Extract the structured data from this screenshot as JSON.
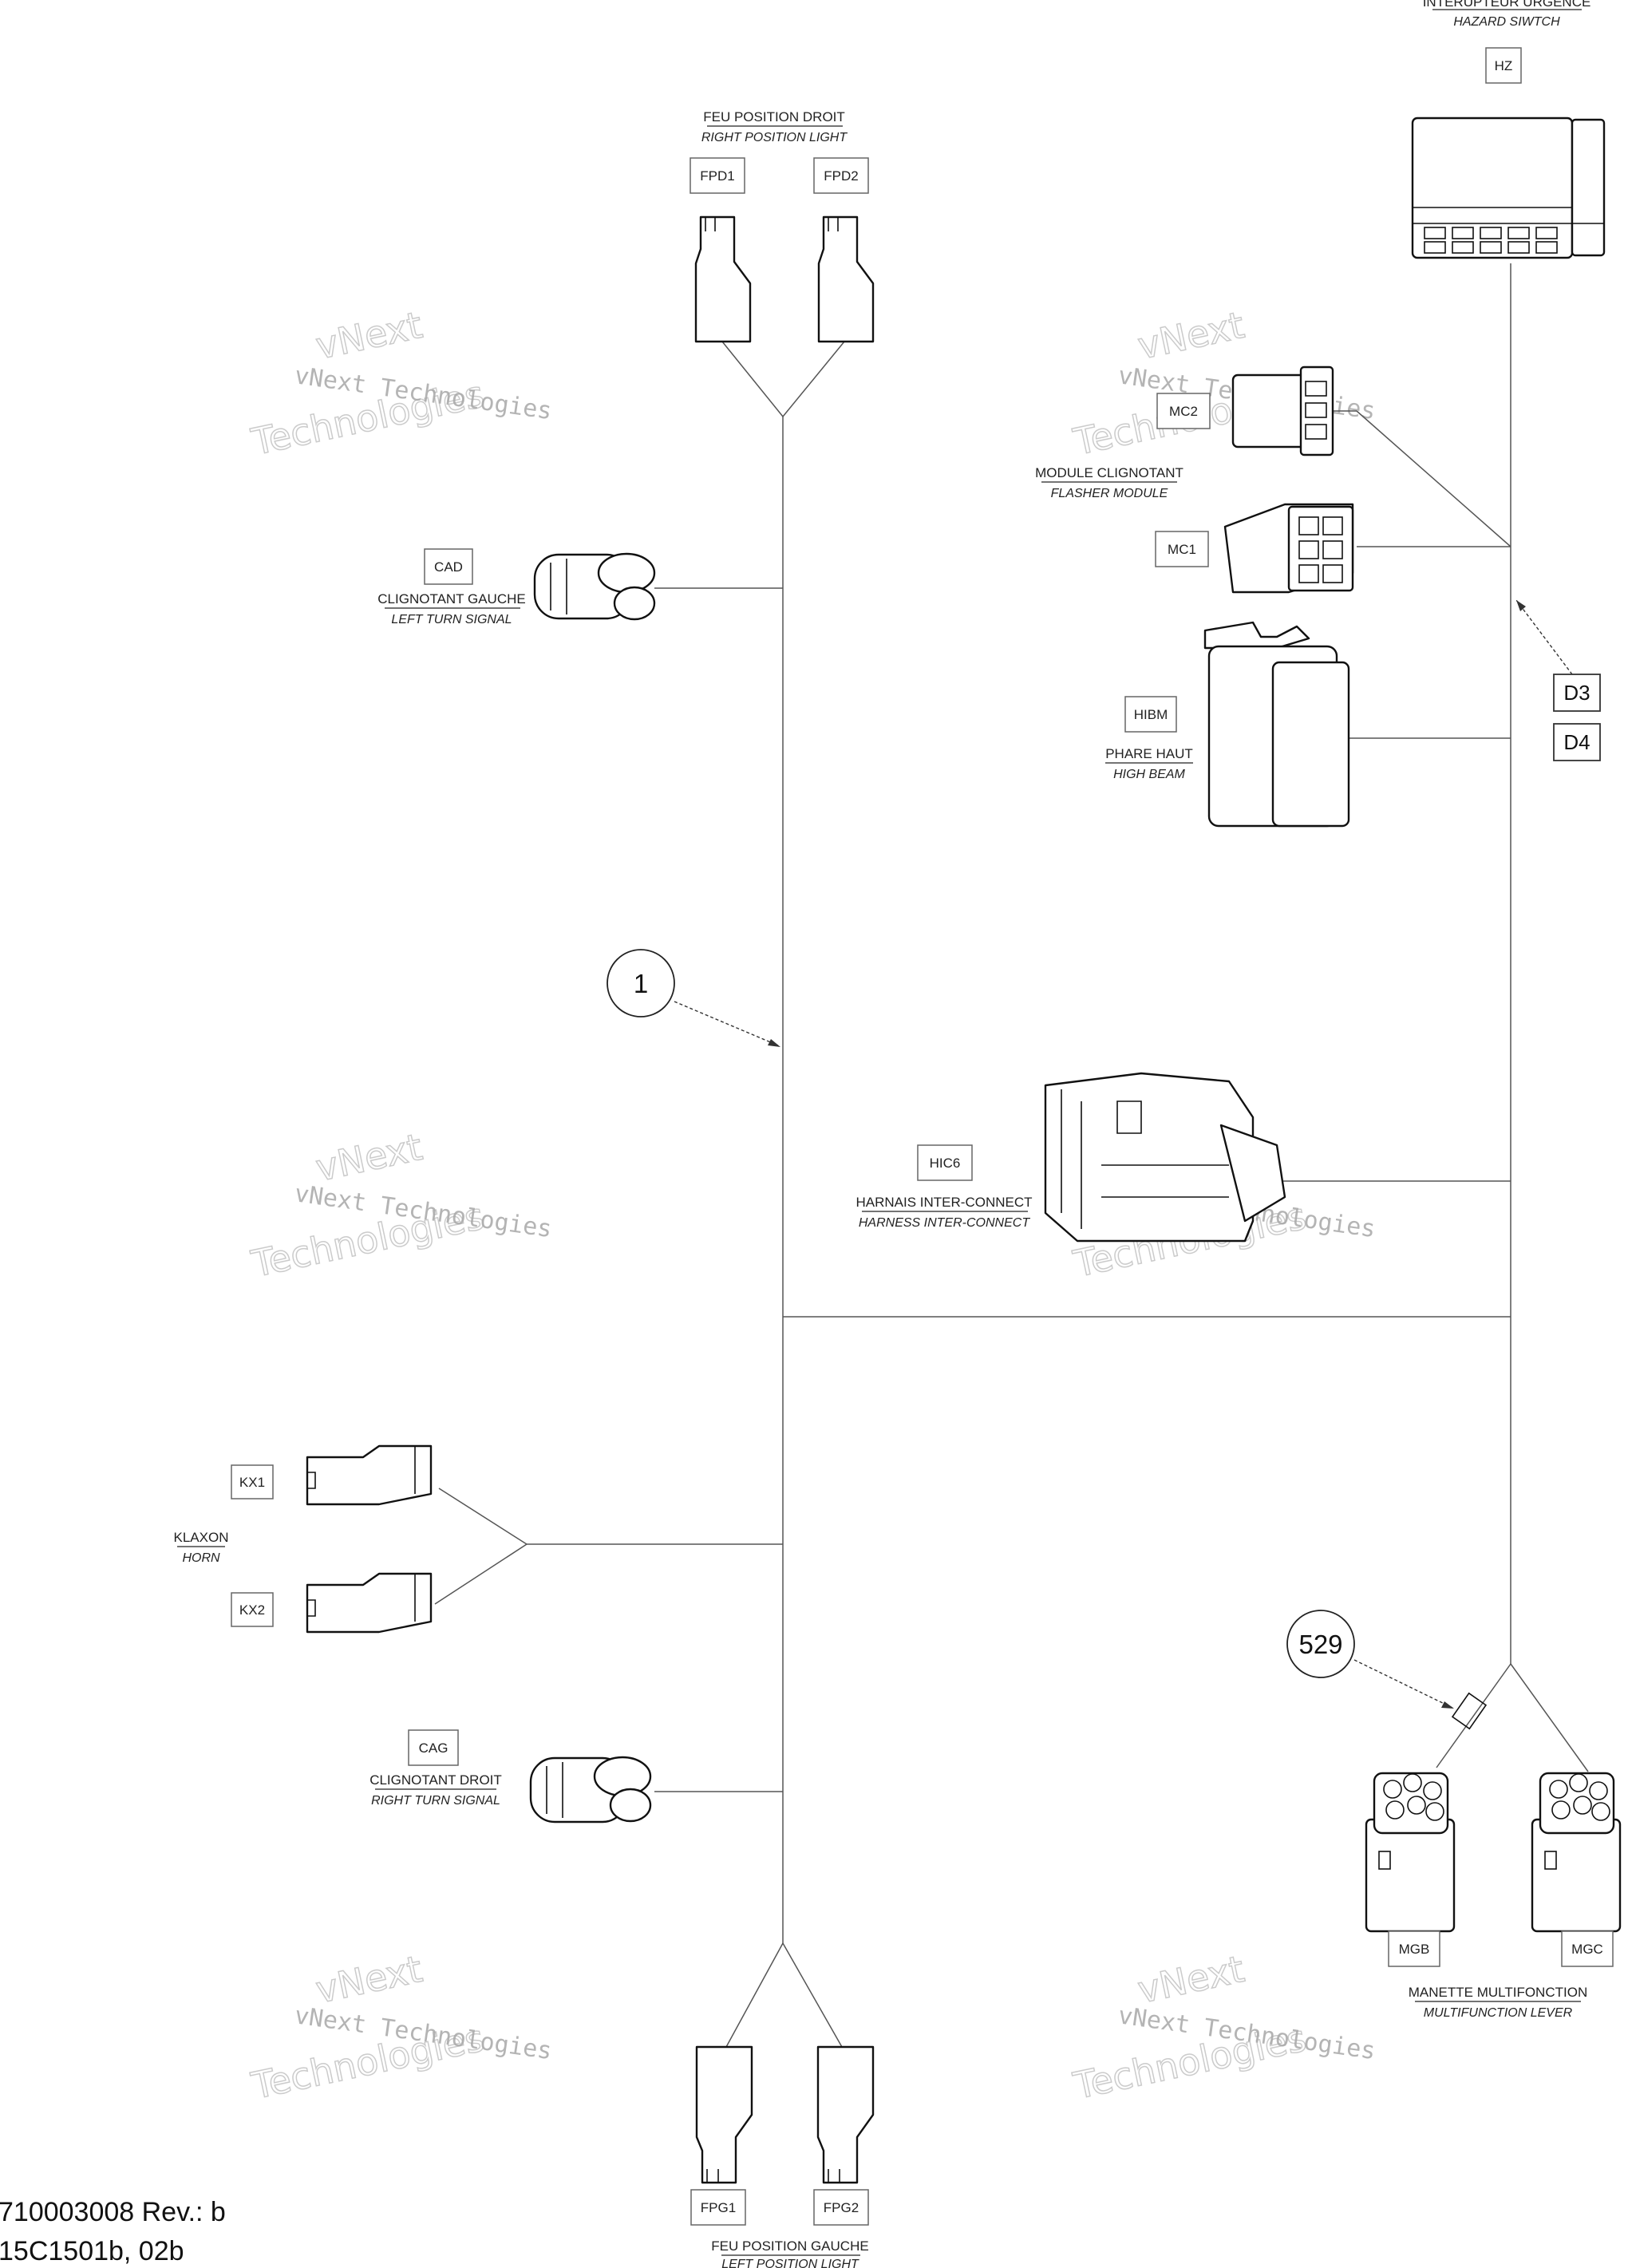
{
  "connectors": {
    "hz": {
      "code": "HZ",
      "fr": "INTERUPTEUR URGENCE",
      "en": "HAZARD SIWTCH"
    },
    "fpd1": {
      "code": "FPD1"
    },
    "fpd2": {
      "code": "FPD2"
    },
    "right_position_light": {
      "fr": "FEU POSITION DROIT",
      "en": "RIGHT POSITION LIGHT"
    },
    "mc2": {
      "code": "MC2"
    },
    "mc1": {
      "code": "MC1"
    },
    "flasher_module": {
      "fr": "MODULE CLIGNOTANT",
      "en": "FLASHER MODULE"
    },
    "cad": {
      "code": "CAD",
      "fr": "CLIGNOTANT GAUCHE",
      "en": "LEFT TURN SIGNAL"
    },
    "hibm": {
      "code": "HIBM",
      "fr": "PHARE HAUT",
      "en": "HIGH BEAM"
    },
    "hic6": {
      "code": "HIC6",
      "fr": "HARNAIS INTER-CONNECT",
      "en": "HARNESS INTER-CONNECT"
    },
    "kx1": {
      "code": "KX1"
    },
    "kx2": {
      "code": "KX2"
    },
    "horn": {
      "fr": "KLAXON",
      "en": "HORN"
    },
    "cag": {
      "code": "CAG",
      "fr": "CLIGNOTANT DROIT",
      "en": "RIGHT TURN SIGNAL"
    },
    "mgb": {
      "code": "MGB"
    },
    "mgc": {
      "code": "MGC"
    },
    "multifunction_lever": {
      "fr": "MANETTE MULTIFONCTION",
      "en": "MULTIFUNCTION LEVER"
    },
    "fpg1": {
      "code": "FPG1"
    },
    "fpg2": {
      "code": "FPG2"
    },
    "left_position_light": {
      "fr": "FEU POSITION GAUCHE",
      "en": "LEFT POSITION LIGHT"
    }
  },
  "callouts": {
    "harness": "1",
    "part_529": "529"
  },
  "refs": {
    "d3": "D3",
    "d4": "D4"
  },
  "watermark": {
    "line1": "vNext",
    "line2": "vNext Technologies",
    "line3": "Technologies"
  },
  "footer": {
    "line1": "710003008 Rev.: b",
    "line2": "15C1501b, 02b"
  }
}
